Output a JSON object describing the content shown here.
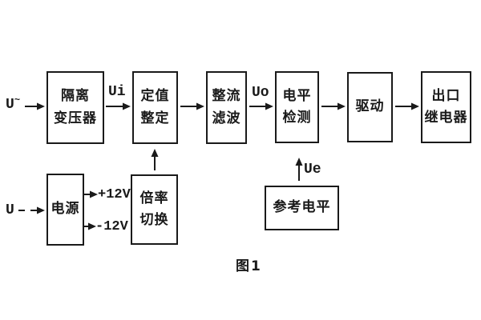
{
  "figure": {
    "caption": "图1"
  },
  "colors": {
    "ink": "#1a1a1a",
    "background": "#ffffff"
  },
  "blocks": {
    "isolation_transformer": "隔离\n变压器",
    "setting_adjust": "定值\n整定",
    "rectify_filter": "整流\n滤波",
    "level_detect": "电平\n检测",
    "drive": "驱动",
    "output_relay": "出口\n继电器",
    "power_supply": "电源",
    "ratio_switch": "倍率\n切换",
    "reference_level": "参考电平"
  },
  "signals": {
    "ac_input_base": "U",
    "ac_input_sup": "~",
    "dc_input": "U",
    "ui": "Ui",
    "uo": "Uo",
    "ue": "Ue",
    "plus_12v": "+12V",
    "minus_12v": "-12V"
  }
}
